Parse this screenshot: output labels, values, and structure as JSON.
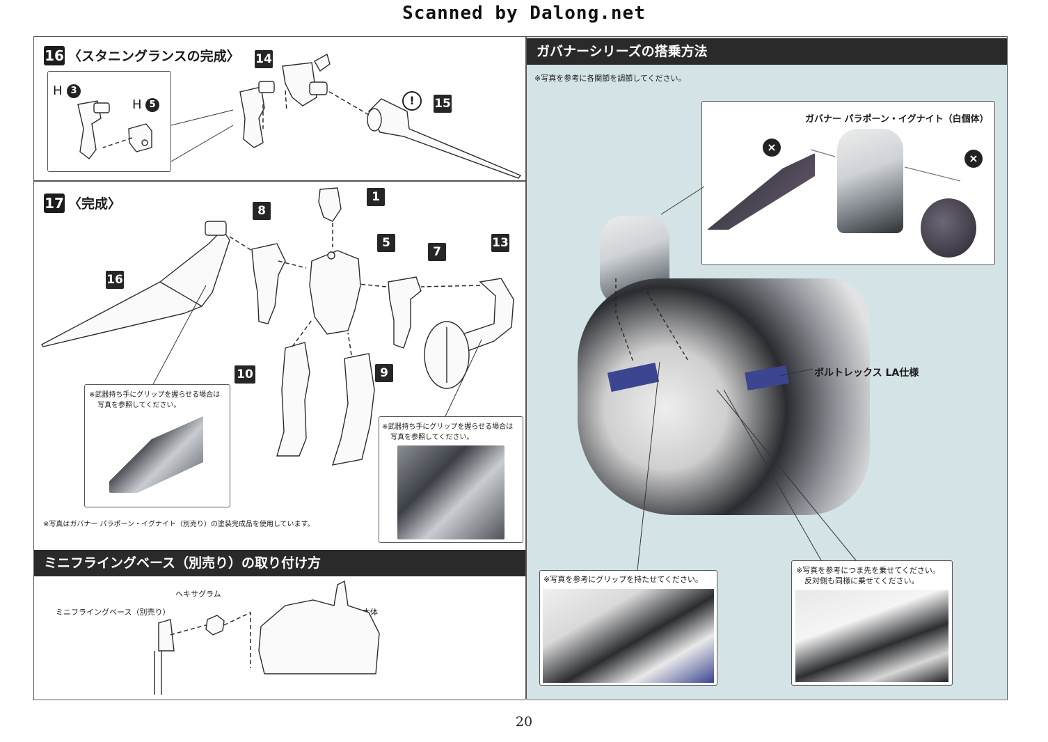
{
  "watermark": "Scanned by Dalong.net",
  "page_number": "20",
  "step16": {
    "number": "16",
    "title": "〈スタニングランスの完成〉",
    "parts": {
      "h_label_a": "H",
      "h_a_num": "3",
      "h_label_b": "H",
      "h_b_num": "5",
      "p14": "14",
      "p15": "15",
      "alert": "!"
    }
  },
  "step17": {
    "number": "17",
    "title": "〈完成〉",
    "parts": {
      "p1": "1",
      "p5": "5",
      "p7": "7",
      "p8": "8",
      "p9": "9",
      "p10": "10",
      "p13": "13",
      "p16": "16"
    },
    "note_grip_left": [
      "※武器持ち手にグリップを握らせる場合は",
      "写真を参照してください。"
    ],
    "note_grip_right": [
      "※武器持ち手にグリップを握らせる場合は",
      "写真を参照してください。"
    ],
    "footnote": "※写真はガバナー パラポーン・イグナイト（別売り）の塗装完成品を使用しています。"
  },
  "mini_base": {
    "title": "ミニフライングベース（別売り）の取り付け方",
    "label_hexagram": "ヘキサグラム",
    "label_base": "ミニフライングベース（別売り）",
    "label_body": "本体"
  },
  "governor": {
    "title": "ガバナーシリーズの搭乗方法",
    "subtitle": "※写真を参考に各関節を調節してください。",
    "inset_label": "ガバナー パラポーン・イグナイト（白個体）",
    "bike_label": "ボルトレックス LA仕様",
    "no_symbol": "×",
    "detail_left": [
      "※写真を参考にグリップを持たせてください。"
    ],
    "detail_right": [
      "※写真を参考につま先を乗せてください。",
      "反対側も同様に乗せてください。"
    ]
  }
}
